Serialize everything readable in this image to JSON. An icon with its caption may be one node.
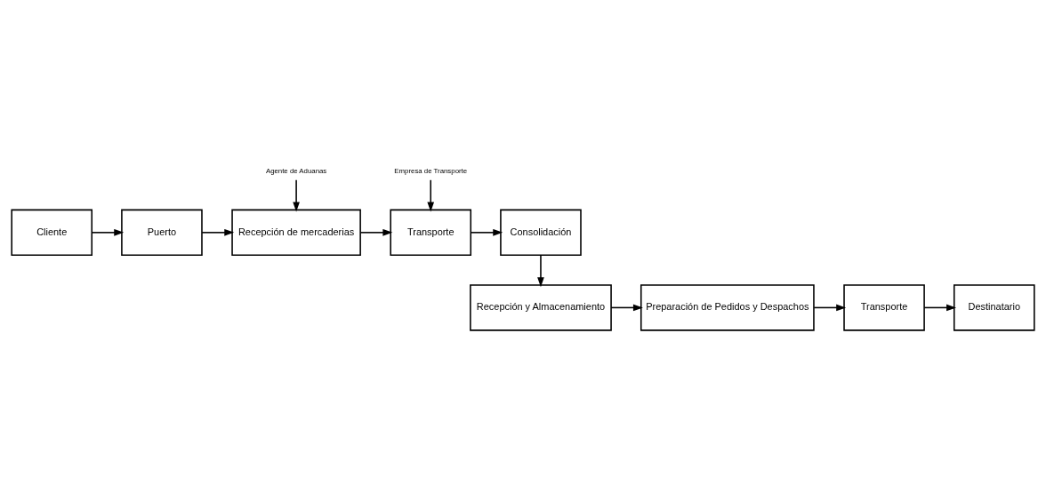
{
  "diagram": {
    "nodes": [
      {
        "text": [
          "Cliente"
        ]
      },
      {
        "text": [
          "Puerto"
        ]
      },
      {
        "text": [
          "Recepción de mercaderias"
        ]
      },
      {
        "text": [
          "Transporte"
        ]
      },
      {
        "text": [
          "Consolidación"
        ]
      },
      {
        "text": [
          "Recepción y Almacenamiento"
        ]
      },
      {
        "text": [
          "Preparación de Pedidos y Despachos"
        ]
      },
      {
        "text": [
          "Transporte"
        ]
      },
      {
        "text": [
          "Destinatario"
        ]
      },
      {
        "text": [
          "Agente de Aduanas"
        ]
      },
      {
        "text": [
          "Empresa de Transporte"
        ]
      }
    ],
    "edges": [
      {
        "from": 0,
        "to": 1,
        "arrow": "to"
      },
      {
        "from": 1,
        "to": 2,
        "arrow": "to"
      },
      {
        "from": 2,
        "to": 3,
        "arrow": "to"
      },
      {
        "from": 3,
        "to": 4,
        "arrow": "to"
      },
      {
        "from": 4,
        "to": 5,
        "arrow": "to"
      },
      {
        "from": 5,
        "to": 6,
        "arrow": "to"
      },
      {
        "from": 6,
        "to": 7,
        "arrow": "to"
      },
      {
        "from": 7,
        "to": 8,
        "arrow": "to"
      },
      {
        "from": 9,
        "to": 2,
        "arrow": "to"
      },
      {
        "from": 10,
        "to": 3,
        "arrow": "to"
      }
    ]
  }
}
